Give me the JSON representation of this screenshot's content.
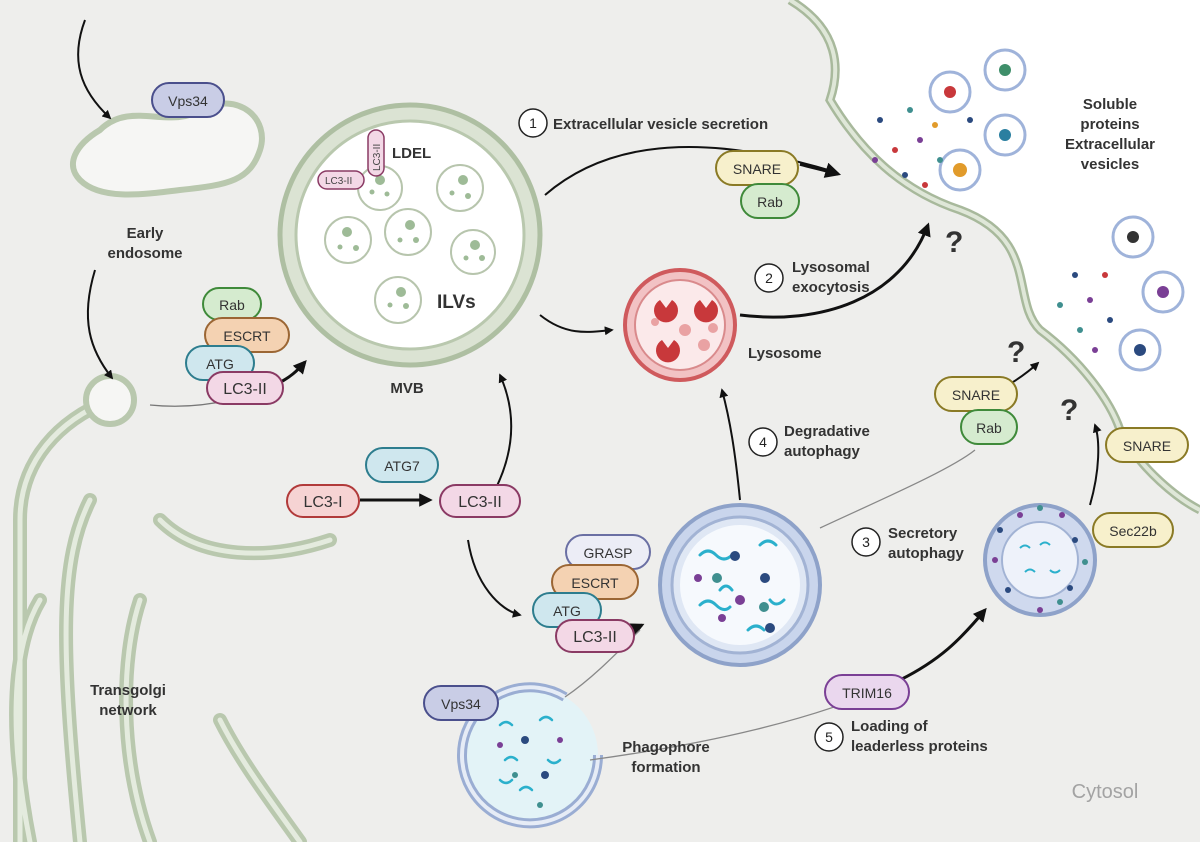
{
  "labels": {
    "early_endosome": [
      "Early",
      "endosome"
    ],
    "transgolgi": [
      "Transgolgi",
      "network"
    ],
    "mvb": "MVB",
    "ilvs": "ILVs",
    "ldel": "LDEL",
    "lysosome": "Lysosome",
    "phagophore": [
      "Phagophore",
      "formation"
    ],
    "soluble": [
      "Soluble",
      "proteins",
      "Extracellular",
      "vesicles"
    ],
    "cytosol": "Cytosol"
  },
  "pathways": [
    {
      "num": "1",
      "text": [
        "Extracellular vesicle secretion"
      ]
    },
    {
      "num": "2",
      "text": [
        "Lysosomal",
        "exocytosis"
      ]
    },
    {
      "num": "3",
      "text": [
        "Secretory",
        "autophagy"
      ]
    },
    {
      "num": "4",
      "text": [
        "Degradative",
        "autophagy"
      ]
    },
    {
      "num": "5",
      "text": [
        "Loading of",
        "leaderless proteins"
      ]
    }
  ],
  "proteins": {
    "vps34": "Vps34",
    "rab": "Rab",
    "escrt": "ESCRT",
    "atg": "ATG",
    "lc3_ii": "LC3-II",
    "lc3_i": "LC3-I",
    "atg7": "ATG7",
    "snare": "SNARE",
    "grasp": "GRASP",
    "sec22b": "Sec22b",
    "trim16": "TRIM16"
  },
  "question_mark": "?",
  "colors": {
    "membrane": "#c7d4bf",
    "membrane_stroke": "#98ad8a",
    "cytosol": "#efefed",
    "lysosome": "#c8383b",
    "autophagosome": "#9aadd3"
  }
}
